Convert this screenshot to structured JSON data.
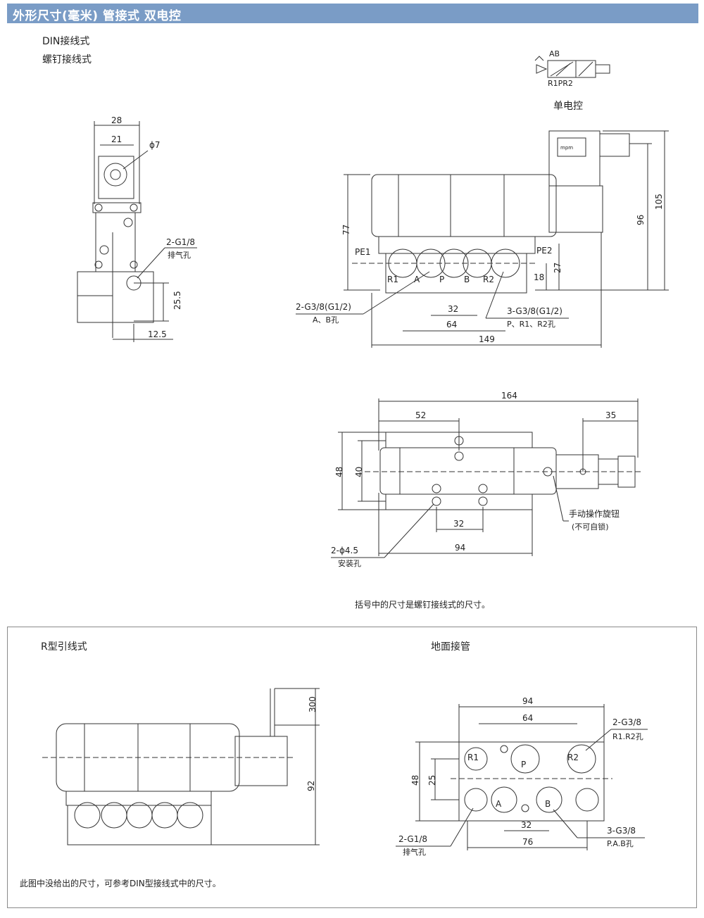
{
  "header": {
    "title": "外形尺寸(毫米)  管接式 双电控"
  },
  "labels": {
    "din": "DIN接线式",
    "screw": "螺钉接线式",
    "single": "单电控",
    "note_top": "括号中的尺寸是螺钉接线式的尺寸。",
    "r_type": "R型引线式",
    "floor": "地面接管",
    "note_bottom": "此图中没给出的尺寸，可参考DIN型接线式中的尺寸。"
  },
  "symbol": {
    "ab": "AB",
    "r1pr2": "R1PR2"
  },
  "side_view": {
    "d28": "28",
    "d21": "21",
    "phi7": "ϕ7",
    "g18": "2-G1/8",
    "exhaust": "排气孔",
    "d25_5": "25.5",
    "d12_5": "12.5"
  },
  "front_view": {
    "d77": "77",
    "d96": "96",
    "d105": "105",
    "d27": "27",
    "d18": "18",
    "pe1": "PE1",
    "pe2": "PE2",
    "mpm": "mpm",
    "ports": [
      "R1",
      "A",
      "P",
      "B",
      "R2"
    ],
    "g38_ab": "2-G3/8(G1/2)",
    "ab_hole": "A、B孔",
    "g38_p": "3-G3/8(G1/2)",
    "p_hole": "P、R1、R2孔",
    "d32": "32",
    "d64": "64",
    "d149": "149"
  },
  "top_view": {
    "d164": "164",
    "d52": "52",
    "d35": "35",
    "d48": "48",
    "d40": "40",
    "d32": "32",
    "d94": "94",
    "phi45": "2-ϕ4.5",
    "mount": "安装孔",
    "manual": "手动操作旋钮",
    "no_lock": "(不可自锁)"
  },
  "r_view": {
    "d300": "300",
    "d92": "92"
  },
  "floor_view": {
    "d94": "94",
    "d64": "64",
    "d48": "48",
    "d25": "25",
    "d32": "32",
    "d76": "76",
    "g38": "2-G3/8",
    "r1r2": "R1.R2孔",
    "g18": "2-G1/8",
    "exhaust": "排气孔",
    "g38_pab": "3-G3/8",
    "pab": "P.A.B孔",
    "ports_top": [
      "R1",
      "P",
      "R2"
    ],
    "ports_bottom": [
      "A",
      "B"
    ]
  }
}
